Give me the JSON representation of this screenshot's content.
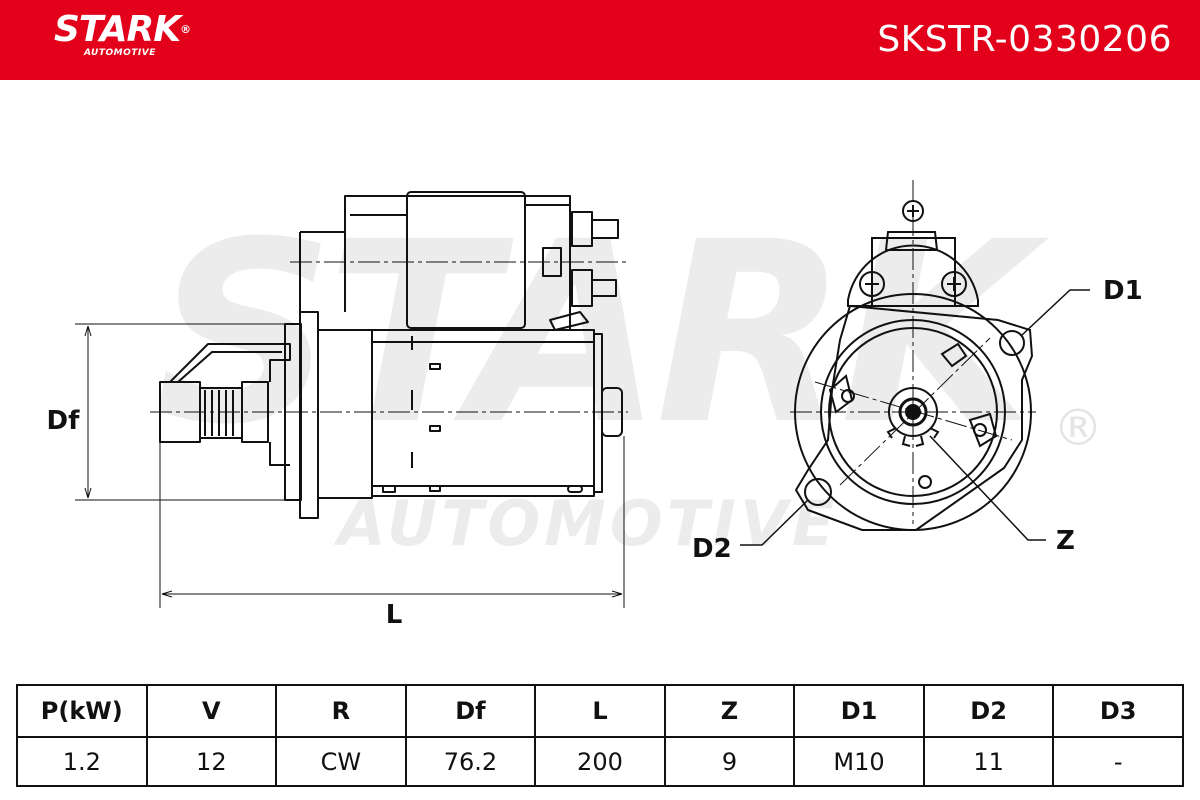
{
  "header": {
    "brand_name": "STARK",
    "brand_registered": "®",
    "brand_sub": "AUTOMOTIVE",
    "part_number": "SKSTR-0330206",
    "bg_color": "#e2001a"
  },
  "diagram": {
    "watermark_main": "STARK",
    "watermark_sub": "AUTOMOTIVE",
    "watermark_reg": "®",
    "labels": {
      "df": "Df",
      "l": "L",
      "d1": "D1",
      "d2": "D2",
      "z": "Z"
    }
  },
  "specs": {
    "headers": [
      "P(kW)",
      "V",
      "R",
      "Df",
      "L",
      "Z",
      "D1",
      "D2",
      "D3"
    ],
    "values": [
      "1.2",
      "12",
      "CW",
      "76.2",
      "200",
      "9",
      "M10",
      "11",
      "-"
    ]
  }
}
